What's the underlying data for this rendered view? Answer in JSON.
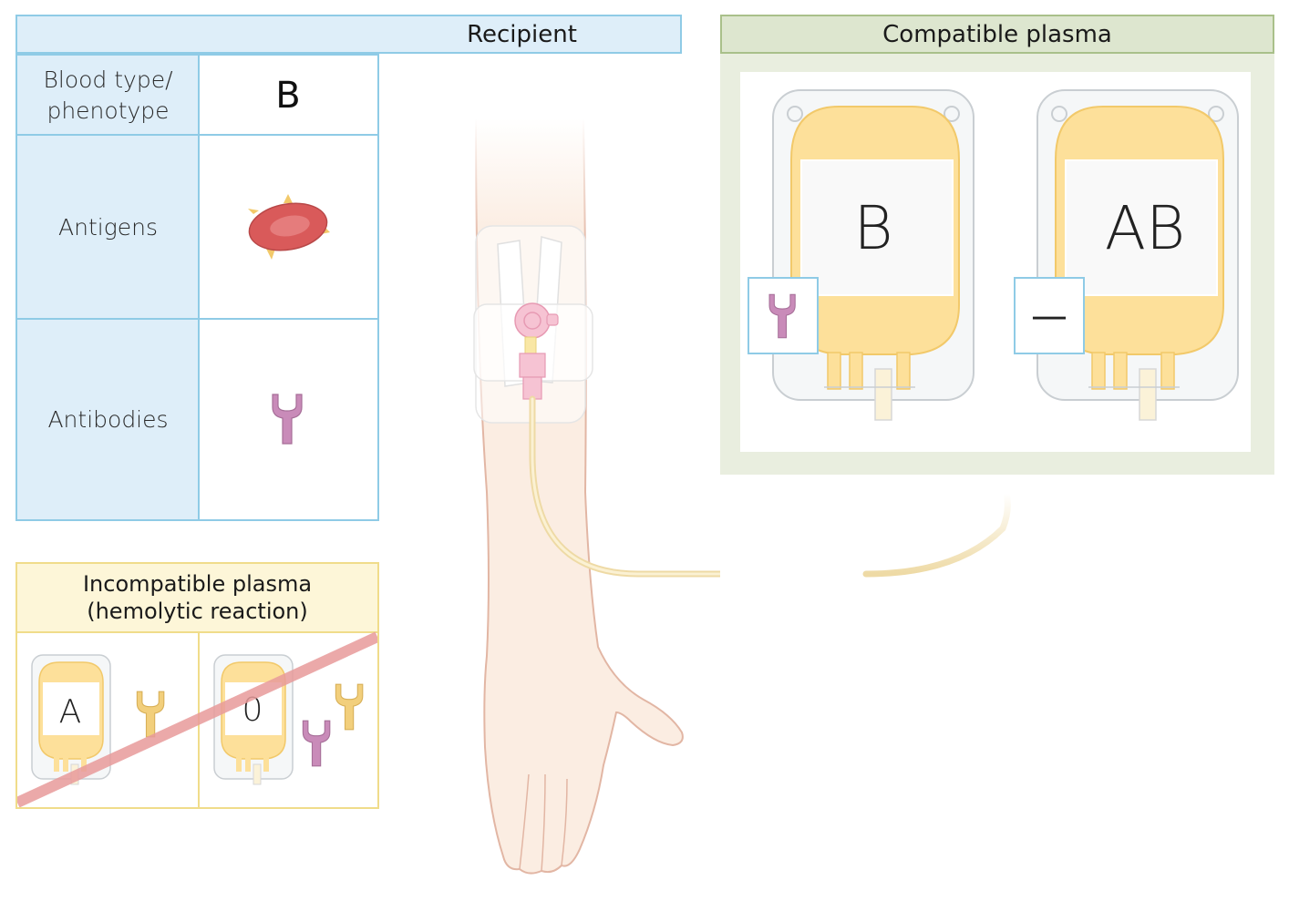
{
  "headers": {
    "recipient": "Recipient",
    "compatible": "Compatible plasma"
  },
  "table": {
    "row1_label_line1": "Blood type/",
    "row1_label_line2": "phenotype",
    "row1_value": "B",
    "row2_label": "Antigens",
    "row3_label": "Antibodies"
  },
  "compatible_bags": [
    {
      "label": "B",
      "antibody_box": "antibody"
    },
    {
      "label": "AB",
      "antibody_box": "—"
    }
  ],
  "incompatible": {
    "title_line1": "Incompatible plasma",
    "title_line2": "(hemolytic reaction)",
    "bags": [
      {
        "label": "A"
      },
      {
        "label": "0"
      }
    ]
  },
  "colors": {
    "blue_border": "#8fcbe6",
    "blue_fill": "#deeef9",
    "green_fill": "#dde6cf",
    "yellow_border": "#f0dc8a",
    "plasma": "#fde09a",
    "antibody_purple": "#c98bb9",
    "antibody_yellow": "#f2cf7c",
    "rbc_red": "#e06a6a",
    "cross_line": "#e79a9a"
  }
}
